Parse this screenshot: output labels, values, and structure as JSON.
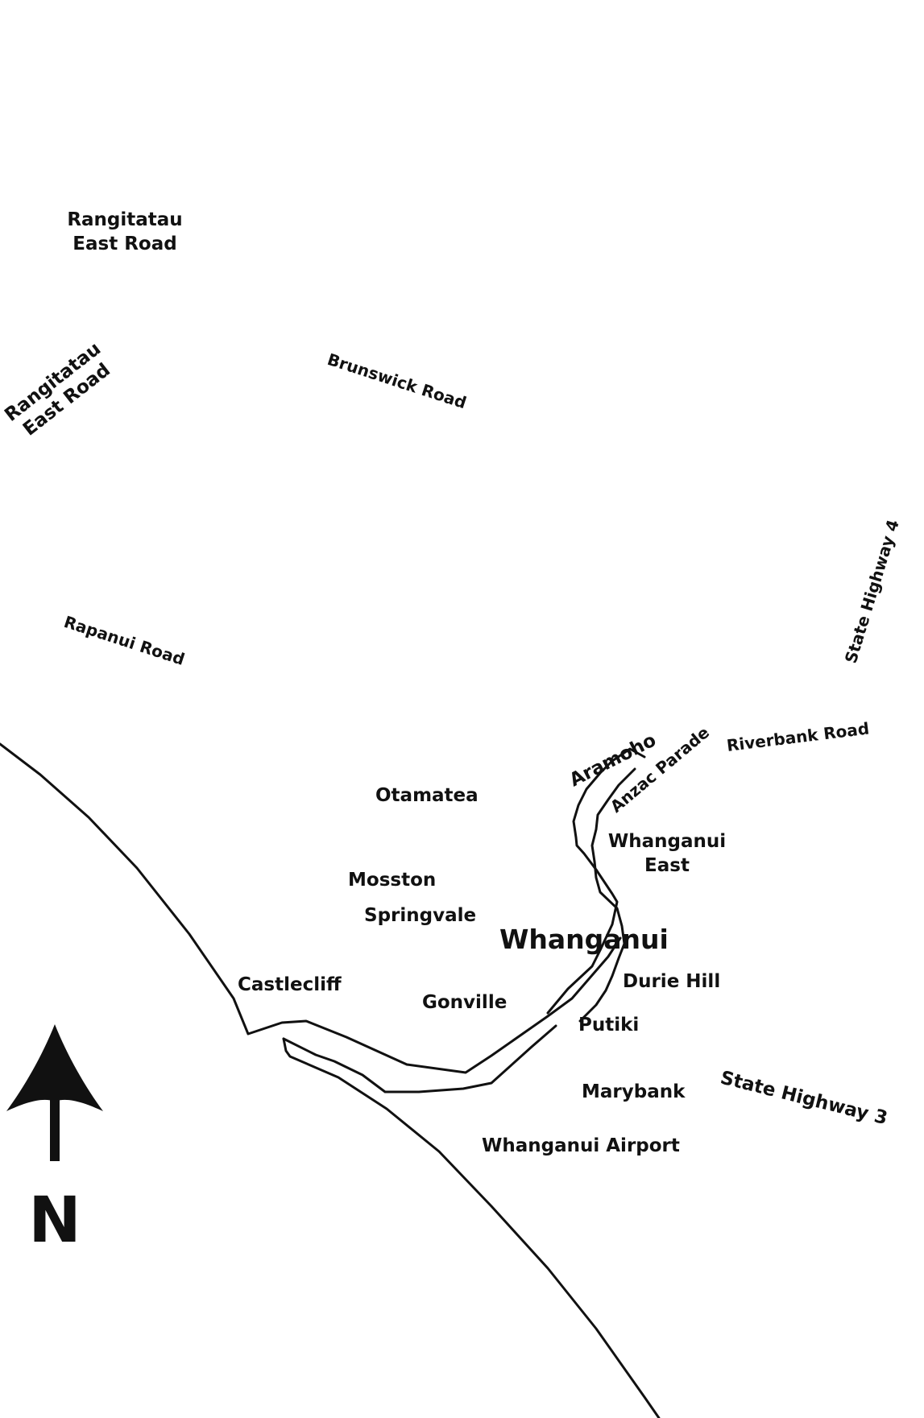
{
  "roads": {
    "rangitatau_east_road_top_line1": "Rangitatau",
    "rangitatau_east_road_top_line2": "East Road",
    "rangitatau_east_road_diag_line1": "Rangitatau",
    "rangitatau_east_road_diag_line2": "East Road",
    "brunswick_road": "Brunswick Road",
    "rapanui_road": "Rapanui Road",
    "state_highway_4": "State Highway 4",
    "riverbank_road": "Riverbank Road",
    "anzac_parade": "Anzac Parade",
    "state_highway_3": "State Highway 3"
  },
  "places": {
    "aramoho": "Aramoho",
    "otamatea": "Otamatea",
    "whanganui_east_line1": "Whanganui",
    "whanganui_east_line2": "East",
    "mosston": "Mosston",
    "springvale": "Springvale",
    "whanganui": "Whanganui",
    "castlecliff": "Castlecliff",
    "durie_hill": "Durie Hill",
    "gonville": "Gonville",
    "putiki": "Putiki",
    "marybank": "Marybank",
    "whanganui_airport": "Whanganui Airport"
  },
  "compass": {
    "north_letter": "N",
    "arrow_icon": "north-arrow-icon"
  },
  "colors": {
    "ink": "#111111",
    "background": "#ffffff"
  }
}
